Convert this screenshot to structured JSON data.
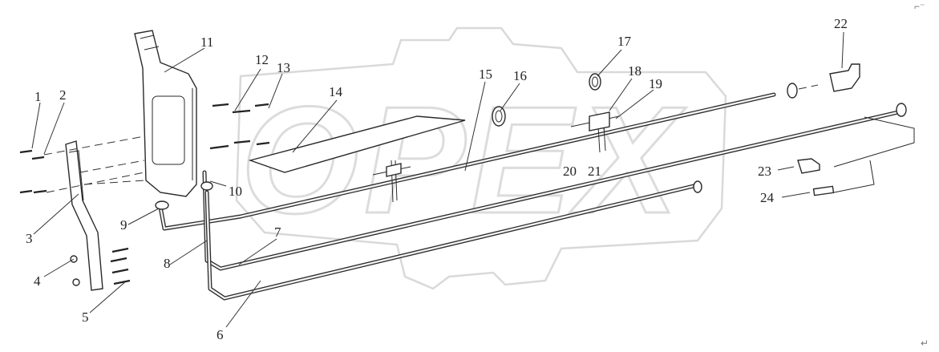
{
  "watermark": {
    "text": "OPEX"
  },
  "labels": [
    "1",
    "2",
    "3",
    "4",
    "5",
    "6",
    "7",
    "8",
    "9",
    "10",
    "11",
    "12",
    "13",
    "14",
    "15",
    "16",
    "17",
    "18",
    "19",
    "20",
    "21",
    "22",
    "23",
    "24"
  ],
  "marks": {
    "top_right": "⌐⁻",
    "bottom_right": "↵"
  }
}
